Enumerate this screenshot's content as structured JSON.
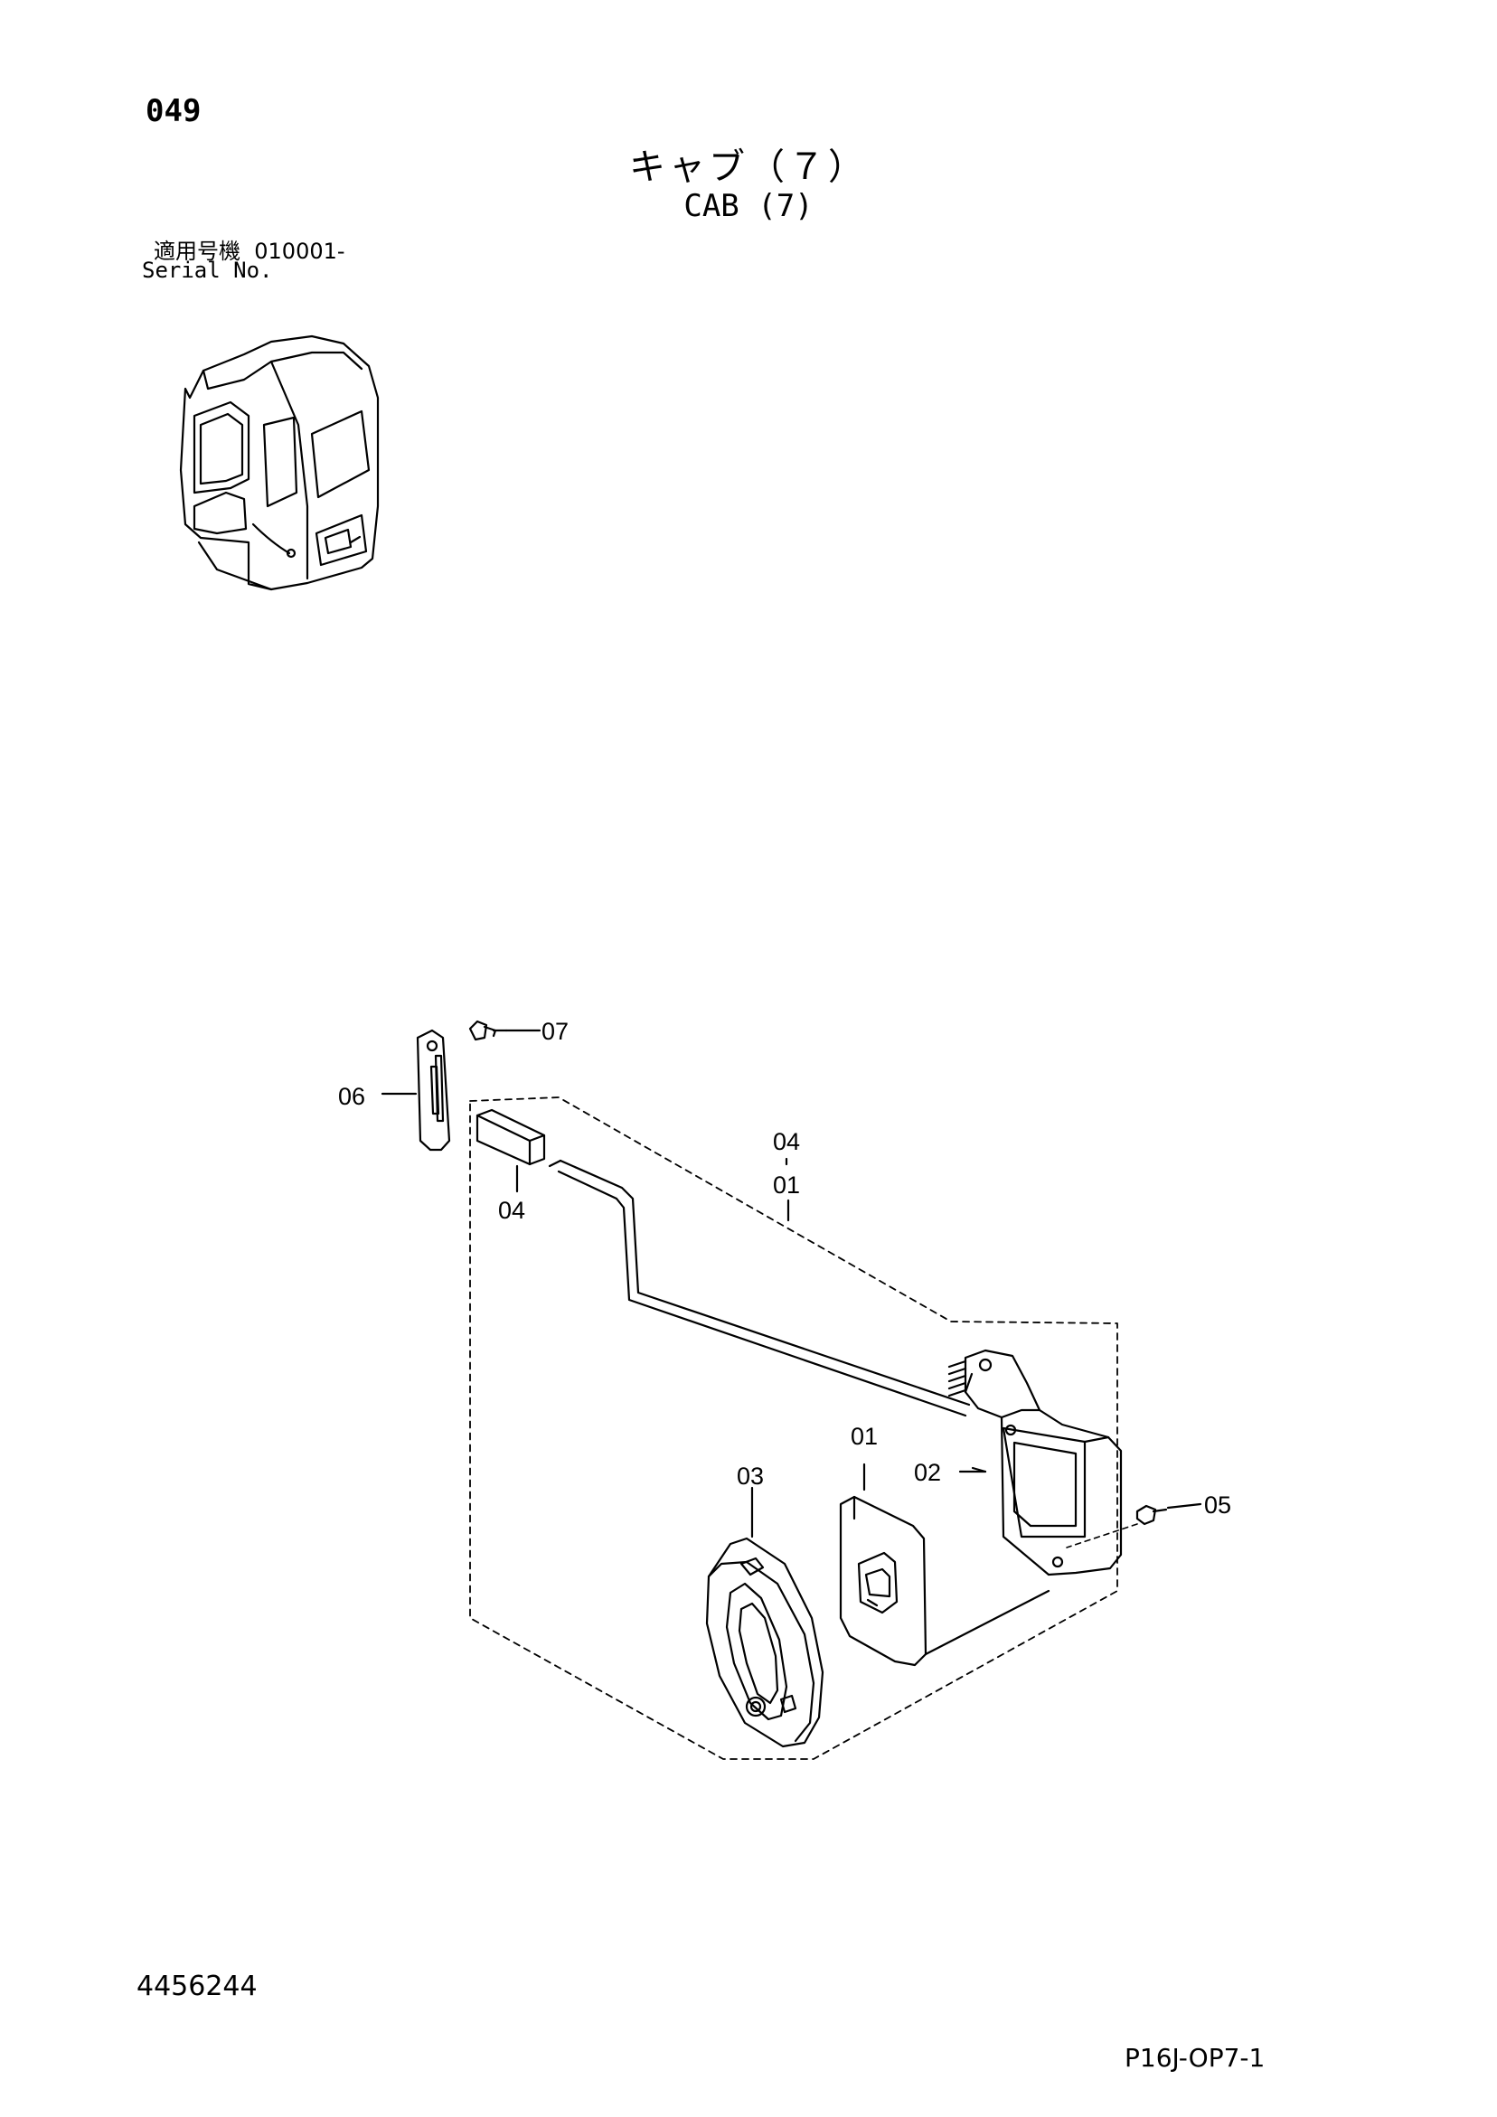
{
  "header": {
    "page_number": "049",
    "title_jp": "キャブ（７）",
    "title_en": "CAB (7)",
    "serial_label_jp": "適用号機",
    "serial_range": "010001-",
    "serial_label_en": "Serial No."
  },
  "callouts": {
    "c07": "07",
    "c06": "06",
    "c04_top": "04",
    "c01_top": "01",
    "c04_left": "04",
    "c01_mid": "01",
    "c02": "02",
    "c03": "03",
    "c05": "05"
  },
  "footer": {
    "document_number": "4456244",
    "sheet_code": "P16J-OP7-1"
  }
}
